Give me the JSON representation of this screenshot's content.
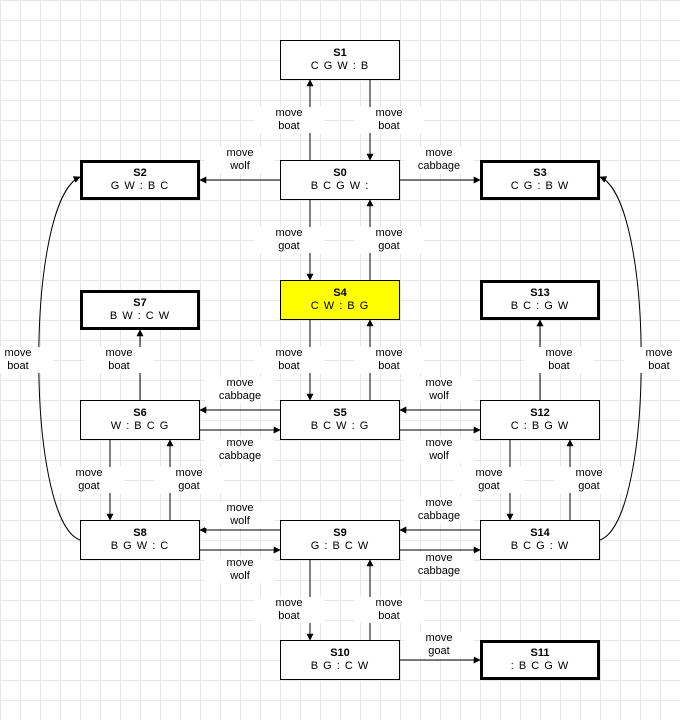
{
  "states": {
    "S0": {
      "id": "S0",
      "state": "B C G W :"
    },
    "S1": {
      "id": "S1",
      "state": "C G W : B"
    },
    "S2": {
      "id": "S2",
      "state": "G W : B C"
    },
    "S3": {
      "id": "S3",
      "state": "C G : B W"
    },
    "S4": {
      "id": "S4",
      "state": "C W : B G"
    },
    "S5": {
      "id": "S5",
      "state": "B C W : G"
    },
    "S6": {
      "id": "S6",
      "state": "W : B C G"
    },
    "S7": {
      "id": "S7",
      "state": "B W : C W"
    },
    "S8": {
      "id": "S8",
      "state": "B G W : C"
    },
    "S9": {
      "id": "S9",
      "state": "G : B C W"
    },
    "S10": {
      "id": "S10",
      "state": "B G : C W"
    },
    "S11": {
      "id": "S11",
      "state": ": B C G W"
    },
    "S12": {
      "id": "S12",
      "state": "C : B G W"
    },
    "S13": {
      "id": "S13",
      "state": "B C : G W"
    },
    "S14": {
      "id": "S14",
      "state": "B C G : W"
    }
  },
  "terminal_states": [
    "S2",
    "S3",
    "S7",
    "S11",
    "S13"
  ],
  "highlighted_state": "S4",
  "highlight_color": "#ffff00",
  "edges": [
    {
      "from": "S0",
      "to": "S1",
      "l1": "move",
      "l2": "boat"
    },
    {
      "from": "S1",
      "to": "S0",
      "l1": "move",
      "l2": "boat"
    },
    {
      "from": "S0",
      "to": "S2",
      "l1": "move",
      "l2": "wolf"
    },
    {
      "from": "S0",
      "to": "S3",
      "l1": "move",
      "l2": "cabbage"
    },
    {
      "from": "S0",
      "to": "S4",
      "l1": "move",
      "l2": "goat"
    },
    {
      "from": "S4",
      "to": "S0",
      "l1": "move",
      "l2": "goat"
    },
    {
      "from": "S4",
      "to": "S5",
      "l1": "move",
      "l2": "boat"
    },
    {
      "from": "S5",
      "to": "S4",
      "l1": "move",
      "l2": "boat"
    },
    {
      "from": "S5",
      "to": "S6",
      "l1": "move",
      "l2": "cabbage"
    },
    {
      "from": "S6",
      "to": "S5",
      "l1": "move",
      "l2": "cabbage"
    },
    {
      "from": "S5",
      "to": "S12",
      "l1": "move",
      "l2": "wolf"
    },
    {
      "from": "S12",
      "to": "S5",
      "l1": "move",
      "l2": "wolf"
    },
    {
      "from": "S6",
      "to": "S7",
      "l1": "move",
      "l2": "boat"
    },
    {
      "from": "S6",
      "to": "S8",
      "l1": "move",
      "l2": "goat"
    },
    {
      "from": "S8",
      "to": "S6",
      "l1": "move",
      "l2": "goat"
    },
    {
      "from": "S12",
      "to": "S13",
      "l1": "move",
      "l2": "boat"
    },
    {
      "from": "S12",
      "to": "S14",
      "l1": "move",
      "l2": "goat"
    },
    {
      "from": "S14",
      "to": "S12",
      "l1": "move",
      "l2": "goat"
    },
    {
      "from": "S8",
      "to": "S2",
      "l1": "move",
      "l2": "boat"
    },
    {
      "from": "S14",
      "to": "S3",
      "l1": "move",
      "l2": "boat"
    },
    {
      "from": "S9",
      "to": "S8",
      "l1": "move",
      "l2": "wolf"
    },
    {
      "from": "S8",
      "to": "S9",
      "l1": "move",
      "l2": "wolf"
    },
    {
      "from": "S14",
      "to": "S9",
      "l1": "move",
      "l2": "cabbage"
    },
    {
      "from": "S9",
      "to": "S14",
      "l1": "move",
      "l2": "cabbage"
    },
    {
      "from": "S9",
      "to": "S10",
      "l1": "move",
      "l2": "boat"
    },
    {
      "from": "S10",
      "to": "S9",
      "l1": "move",
      "l2": "boat"
    },
    {
      "from": "S10",
      "to": "S11",
      "l1": "move",
      "l2": "goat"
    }
  ]
}
